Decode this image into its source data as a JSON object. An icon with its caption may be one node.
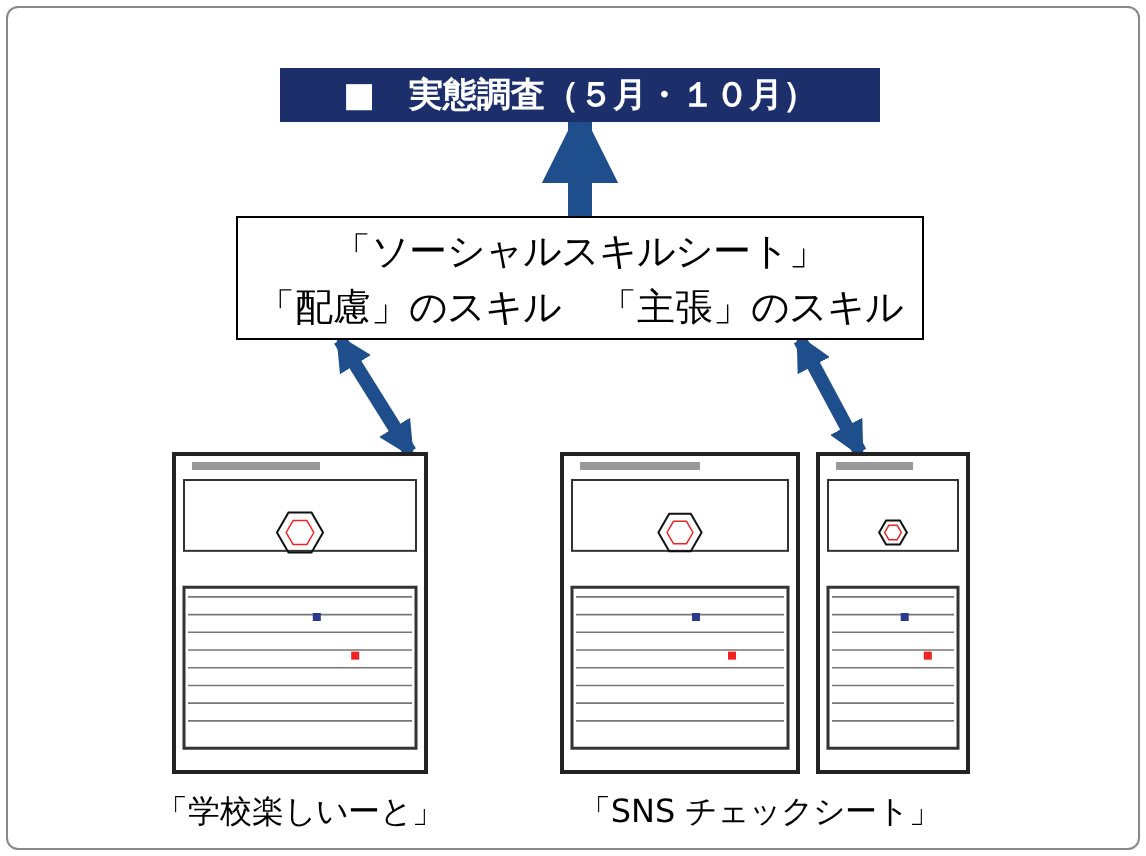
{
  "diagram": {
    "nodes": [
      {
        "text": [
          "■　実態調査（５月・１０月）"
        ]
      },
      {
        "text": [
          "「ソーシャルスキルシート」",
          "「配慮」のスキル　「主張」のスキル"
        ]
      },
      {
        "text": [],
        "shape": "picture",
        "beside": [
          "「学校楽しいーと」"
        ]
      },
      {
        "text": [],
        "shape": "picture"
      },
      {
        "text": [],
        "shape": "picture"
      }
    ],
    "edges": [
      {
        "from": 1,
        "to": 0,
        "arrow": "to"
      },
      {
        "from": 1,
        "to": 2,
        "arrow": "both"
      },
      {
        "from": 1,
        "to": 4,
        "arrow": "both"
      }
    ],
    "labels": [
      "「SNS チェックシート」"
    ]
  }
}
